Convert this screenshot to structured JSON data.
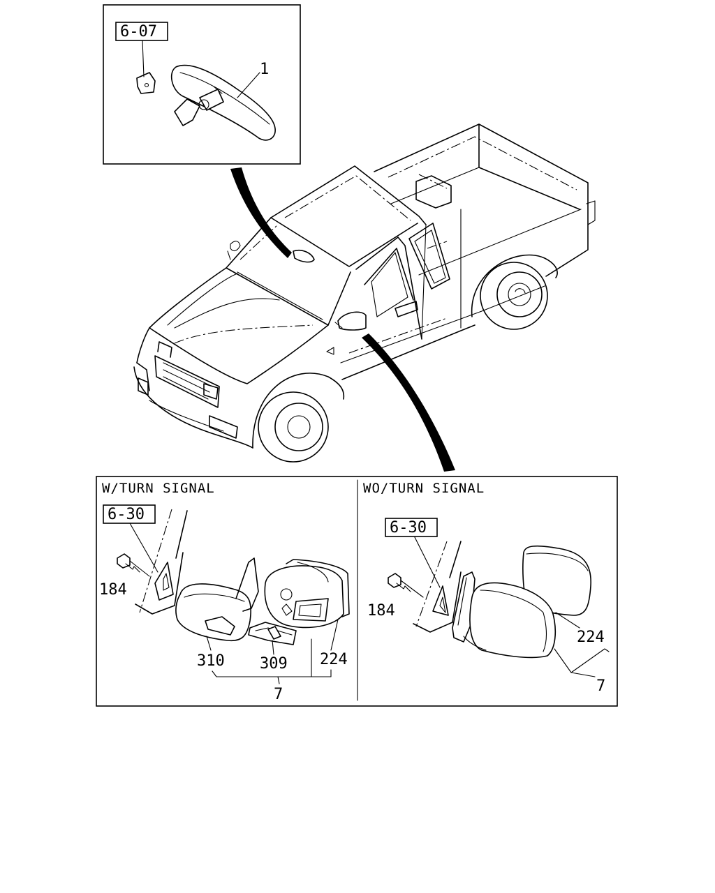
{
  "inset_top": {
    "ref": "6-07",
    "callouts": [
      "1"
    ]
  },
  "panel_left": {
    "heading": "W/TURN SIGNAL",
    "ref": "6-30",
    "callouts": [
      "184",
      "310",
      "309",
      "224",
      "7"
    ]
  },
  "panel_right": {
    "heading": "WO/TURN SIGNAL",
    "ref": "6-30",
    "callouts": [
      "184",
      "224",
      "7"
    ]
  }
}
